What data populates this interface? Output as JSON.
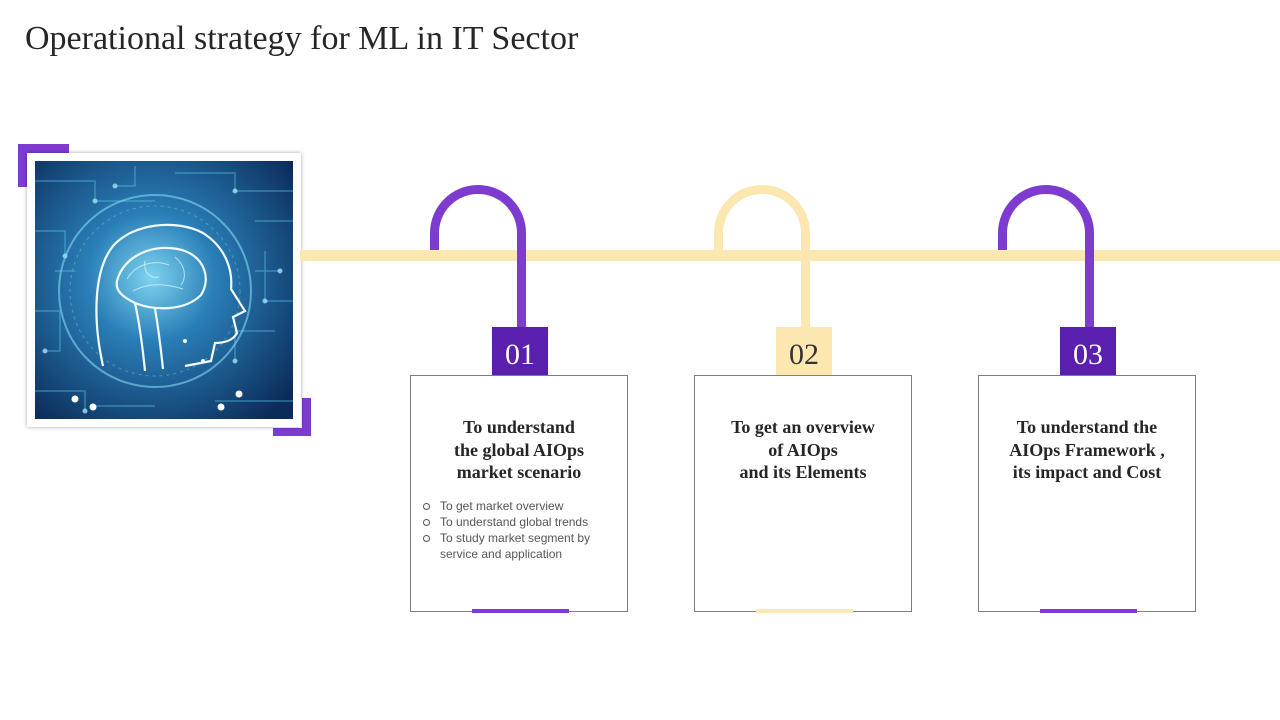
{
  "title": "Operational strategy for ML in IT Sector",
  "colors": {
    "purple": "#5b1fb0",
    "purple_light": "#7d3ccf",
    "yellow": "#fde7b0"
  },
  "image": {
    "description_icon": "ai-brain-circuit-image"
  },
  "steps": [
    {
      "number": "01",
      "theme": "purple",
      "heading": "To understand\nthe global AIOps\nmarket scenario",
      "bullets": [
        "To get market overview",
        "To understand global trends",
        "To study market segment by",
        "service and application"
      ]
    },
    {
      "number": "02",
      "theme": "yellow",
      "heading": "To get an overview\nof AIOps\nand its Elements",
      "bullets": []
    },
    {
      "number": "03",
      "theme": "purple",
      "heading": "To understand the\nAIOps Framework ,\nits impact and Cost",
      "bullets": []
    }
  ]
}
